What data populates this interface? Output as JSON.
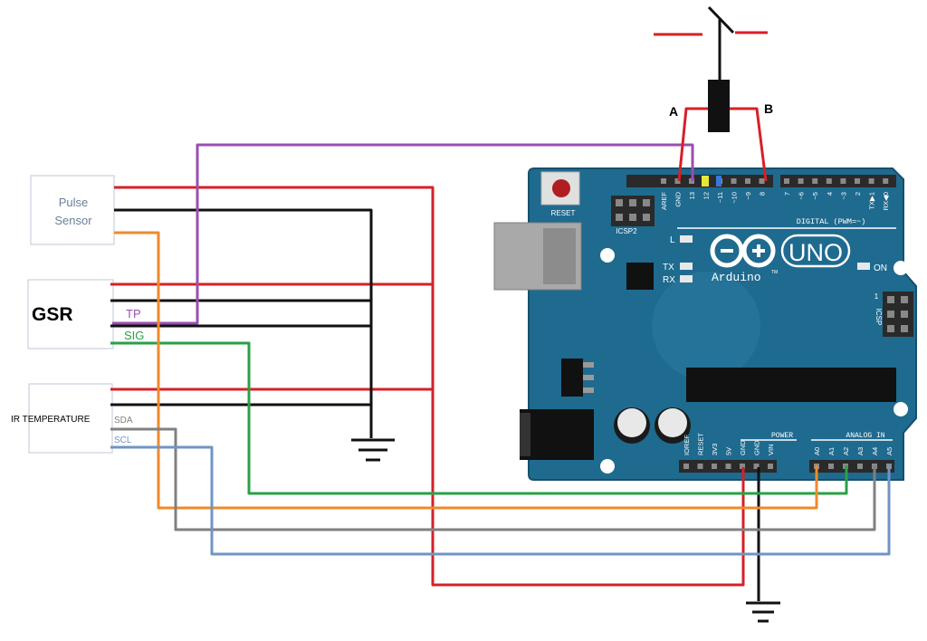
{
  "colors": {
    "red": "#d62027",
    "black": "#111111",
    "purple": "#9b4fb0",
    "green": "#2aa044",
    "orange": "#ef8a2b",
    "gray": "#808080",
    "blue": "#7094c4",
    "board": "#1f6a8f",
    "board_dark": "#17506c",
    "header": "#2a2a2a",
    "white_text": "#ffffff"
  },
  "sensors": {
    "pulse": {
      "label_line1": "Pulse",
      "label_line2": "Sensor"
    },
    "gsr": {
      "label": "GSR",
      "pin_tp": "TP",
      "pin_sig": "SIG"
    },
    "ir": {
      "label": "IR TEMPERATURE",
      "pin_sda": "SDA",
      "pin_scl": "SCL"
    }
  },
  "switch": {
    "label_a": "A",
    "label_b": "B"
  },
  "arduino": {
    "brand": "Arduino",
    "tm": "TM",
    "model": "UNO",
    "reset_label": "RESET",
    "icsp2_label": "ICSP2",
    "icsp_label": "ICSP",
    "led_l": "L",
    "led_tx": "TX",
    "led_rx": "RX",
    "on_label": "ON",
    "digital_label": "DIGITAL (PWM=~)",
    "analog_label": "ANALOG IN",
    "power_label": "POWER",
    "digital_pins": [
      "AREF",
      "GND",
      "13",
      "12",
      "~11",
      "~10",
      "~9",
      "8",
      "7",
      "~6",
      "~5",
      "4",
      "~3",
      "2",
      "TX▶1",
      "RX◀0"
    ],
    "power_pins": [
      "IOREF",
      "RESET",
      "3V3",
      "5V",
      "GND",
      "GND",
      "VIN"
    ],
    "analog_pins": [
      "A0",
      "A1",
      "A2",
      "A3",
      "A4",
      "A5"
    ],
    "icsp_pin1": "1"
  }
}
